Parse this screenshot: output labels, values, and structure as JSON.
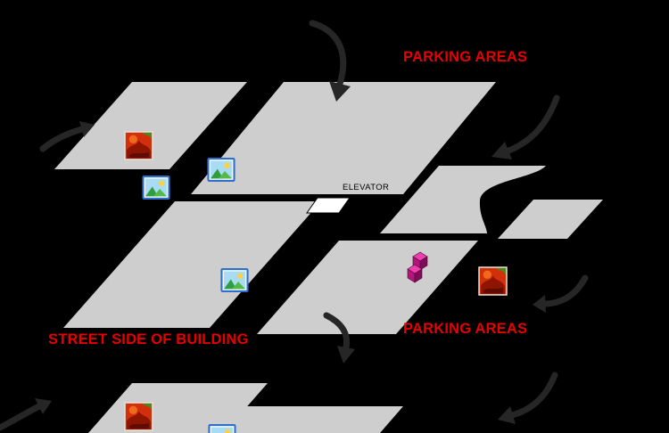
{
  "diagram": {
    "labels": {
      "parking_areas_top": "PARKING AREAS",
      "parking_areas_bottom": "PARKING AREAS",
      "street_side_of_building": "STREET SIDE OF BUILDING",
      "elevator": "ELEVATOR"
    },
    "colors": {
      "background": "#000000",
      "floor_slab": "#cecece",
      "label_red": "#e60000",
      "elevator_text": "#000000",
      "elevator_marker": "#ffffff",
      "arrow": "#262626",
      "photo_frame_blue": "#2e6fca",
      "photo_sky": "#a8dcf5",
      "photo_hill": "#2f9e3f",
      "photo_sun": "#ffd23b",
      "photo_red_base": "#d2300a",
      "photo_red_dark": "#8f1402",
      "cube_magenta_top": "#ee3fae",
      "cube_magenta_left": "#b5147f",
      "cube_magenta_right": "#7c0d56"
    },
    "icons": [
      {
        "name": "photo-thumbnail-red-upper",
        "kind": "red-abstract-photo-icon"
      },
      {
        "name": "photo-thumbnail-landscape-1",
        "kind": "landscape-photo-icon"
      },
      {
        "name": "photo-thumbnail-landscape-2",
        "kind": "landscape-photo-icon"
      },
      {
        "name": "photo-thumbnail-landscape-3",
        "kind": "landscape-photo-icon"
      },
      {
        "name": "stacked-cubes-marker",
        "kind": "magenta-cubes-icon"
      },
      {
        "name": "photo-thumbnail-red-middle",
        "kind": "red-abstract-photo-icon"
      },
      {
        "name": "photo-thumbnail-red-lower",
        "kind": "red-abstract-photo-icon"
      },
      {
        "name": "photo-thumbnail-landscape-4",
        "kind": "landscape-photo-icon"
      }
    ]
  }
}
